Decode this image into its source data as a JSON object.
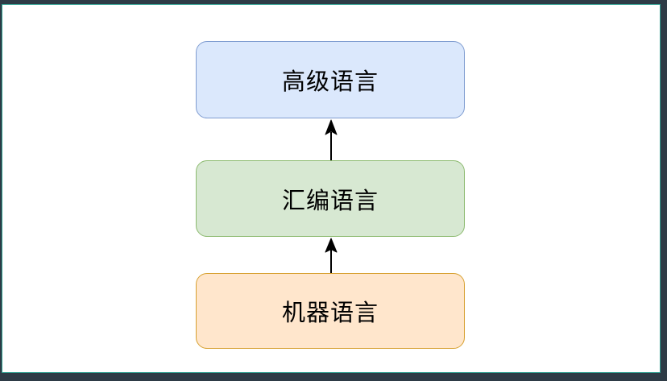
{
  "frame": {
    "background_color": "#2e3b46",
    "inner_outline_color": "#2f9e8f",
    "canvas_color": "#ffffff"
  },
  "diagram": {
    "title": "",
    "text_color": "#000000",
    "nodes": [
      {
        "id": "high-level-language",
        "label": "高级语言",
        "fill": "#dbe8fc",
        "border": "#7f9cd0"
      },
      {
        "id": "assembly-language",
        "label": "汇编语言",
        "fill": "#d7e8d2",
        "border": "#8cba6f"
      },
      {
        "id": "machine-language",
        "label": "机器语言",
        "fill": "#ffe6cc",
        "border": "#d7a02f"
      }
    ],
    "arrows": [
      {
        "from": "assembly-language",
        "to": "high-level-language",
        "direction": "up",
        "color": "#000000"
      },
      {
        "from": "machine-language",
        "to": "assembly-language",
        "direction": "up",
        "color": "#000000"
      }
    ]
  }
}
